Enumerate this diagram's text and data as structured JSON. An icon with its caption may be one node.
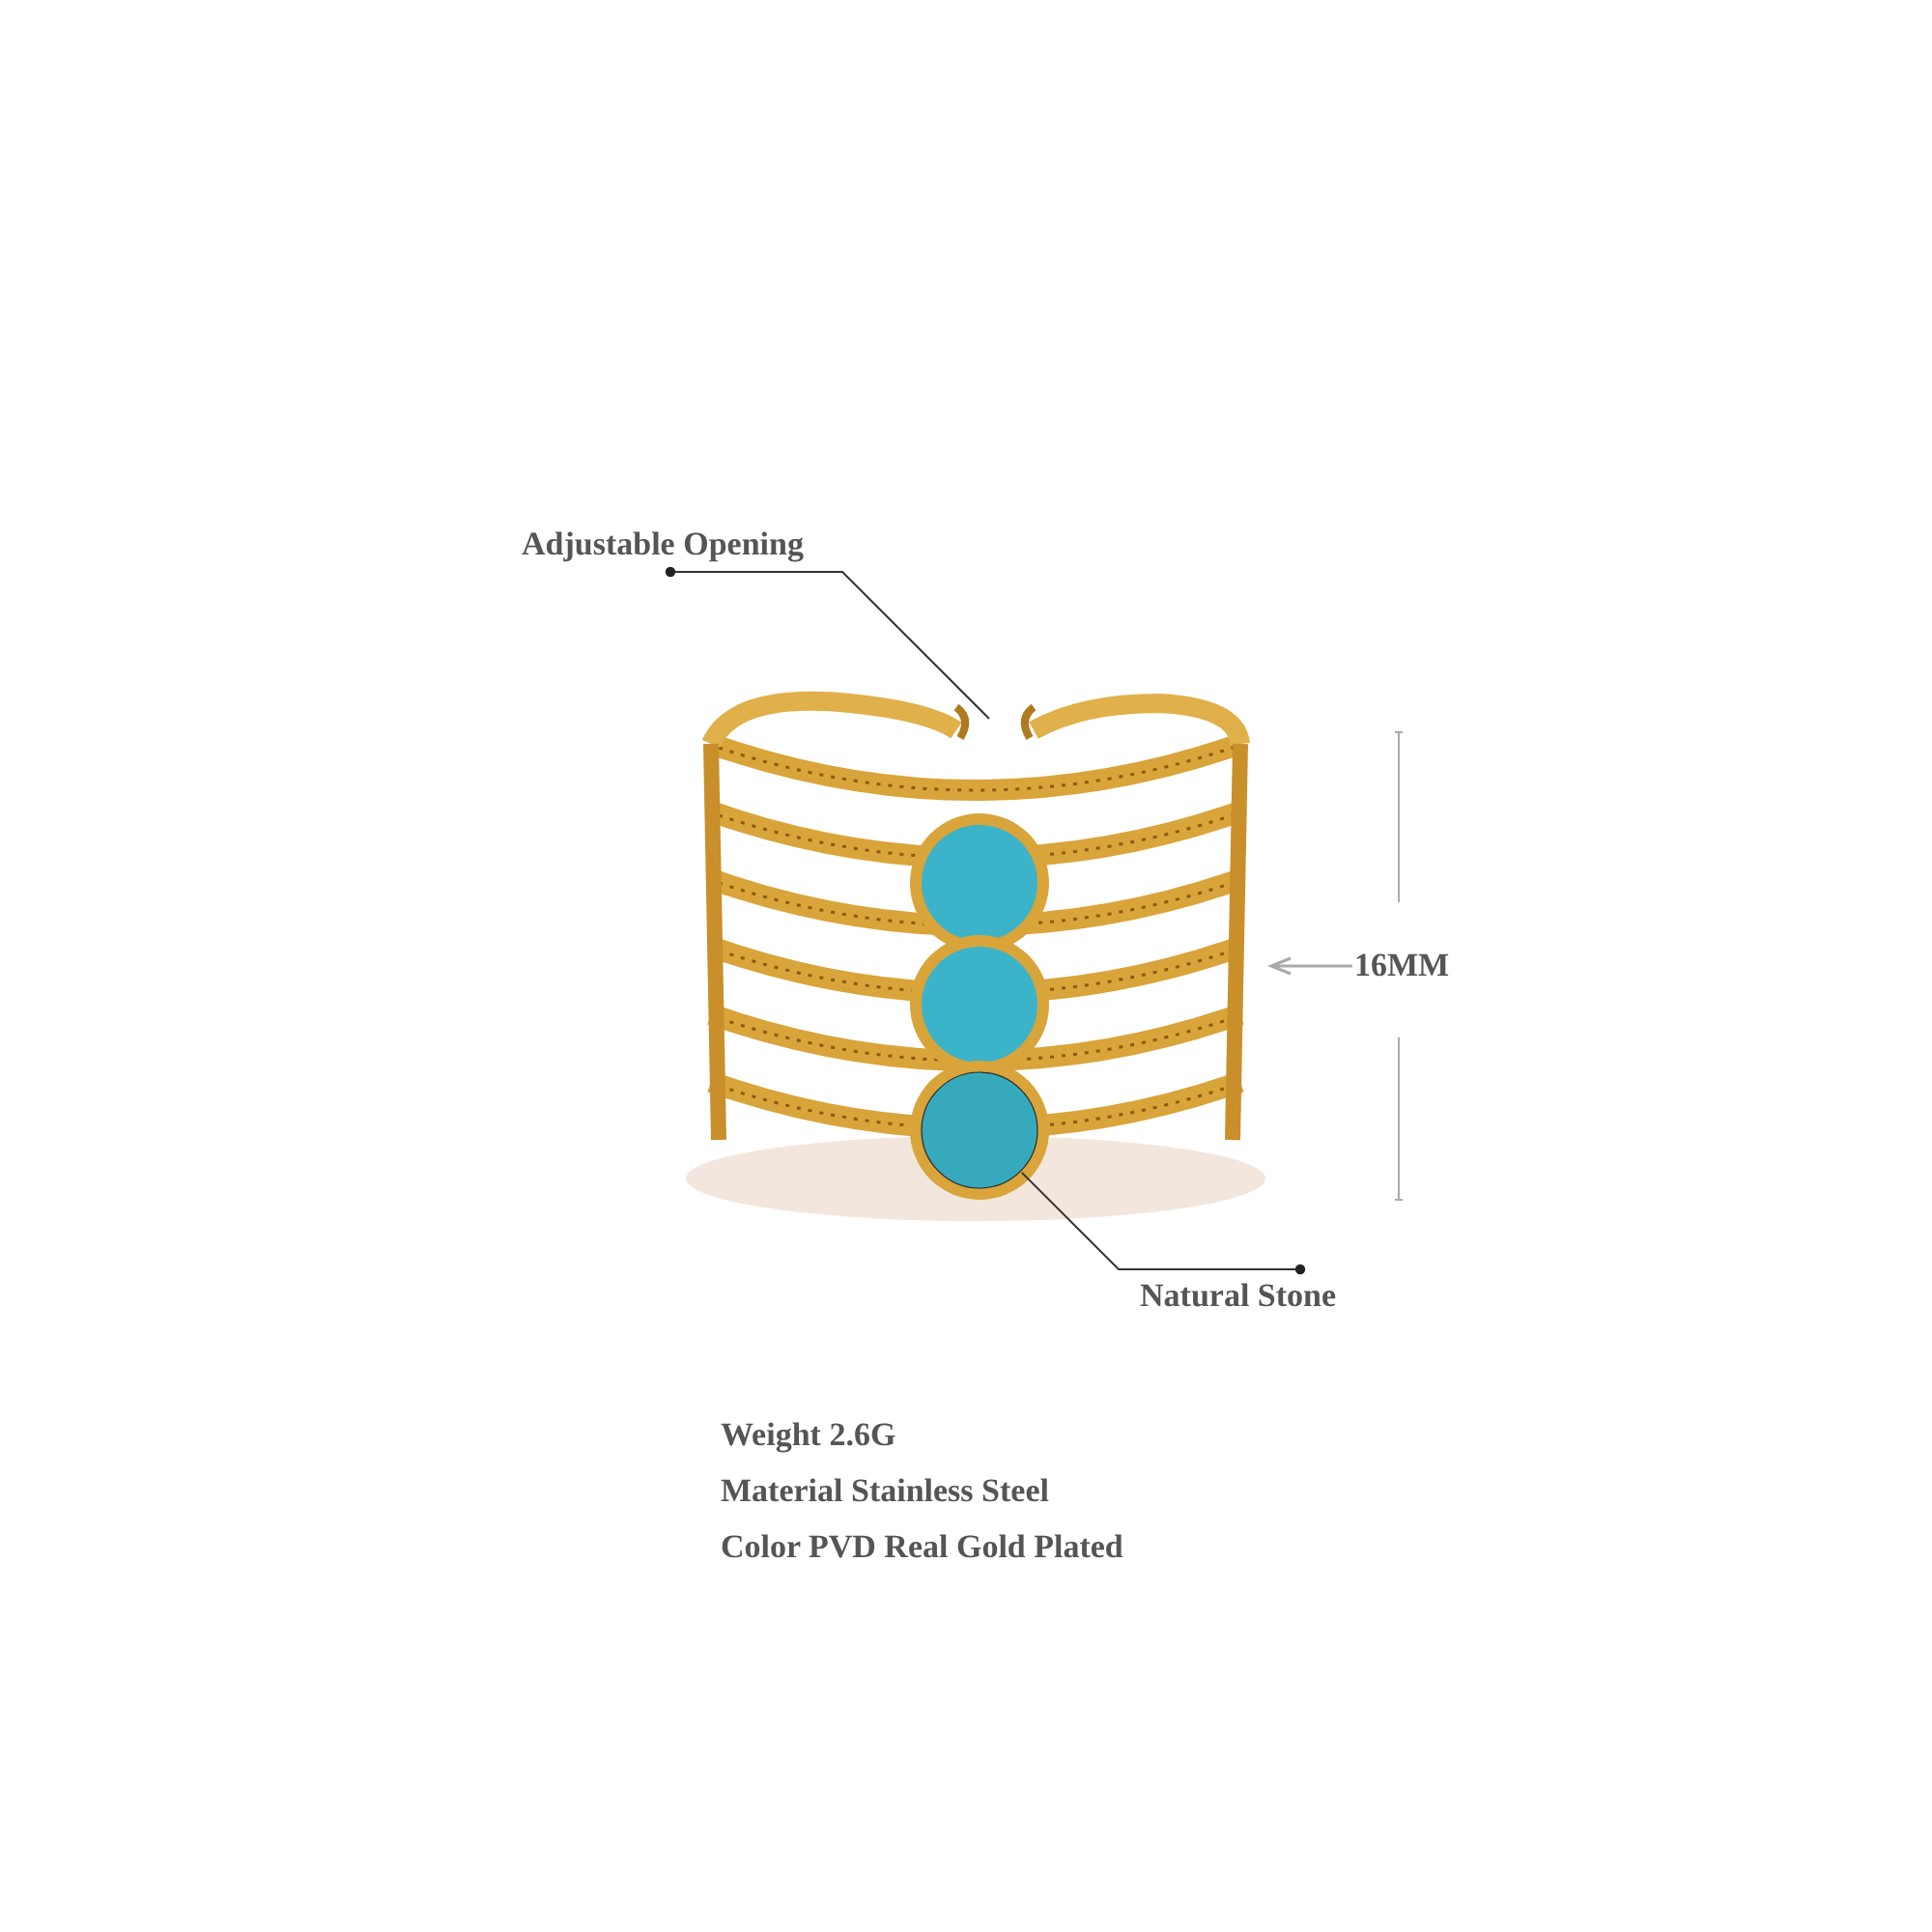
{
  "diagram": {
    "nodes": [
      {
        "text": [
          "Adjustable Opening"
        ]
      },
      {
        "text": [],
        "shape": "picture"
      },
      {
        "text": [
          "Natural Stone"
        ]
      },
      {
        "text": [],
        "shape": "circle"
      }
    ],
    "edges": [
      {
        "from": 0,
        "to": 1,
        "arrow": "other"
      },
      {
        "from": 2,
        "to": 3,
        "arrow": "other"
      }
    ],
    "labels": [
      "16MM",
      "Weight 2.6G",
      "Material Stainless Steel",
      "Color PVD Real Gold Plated"
    ]
  }
}
